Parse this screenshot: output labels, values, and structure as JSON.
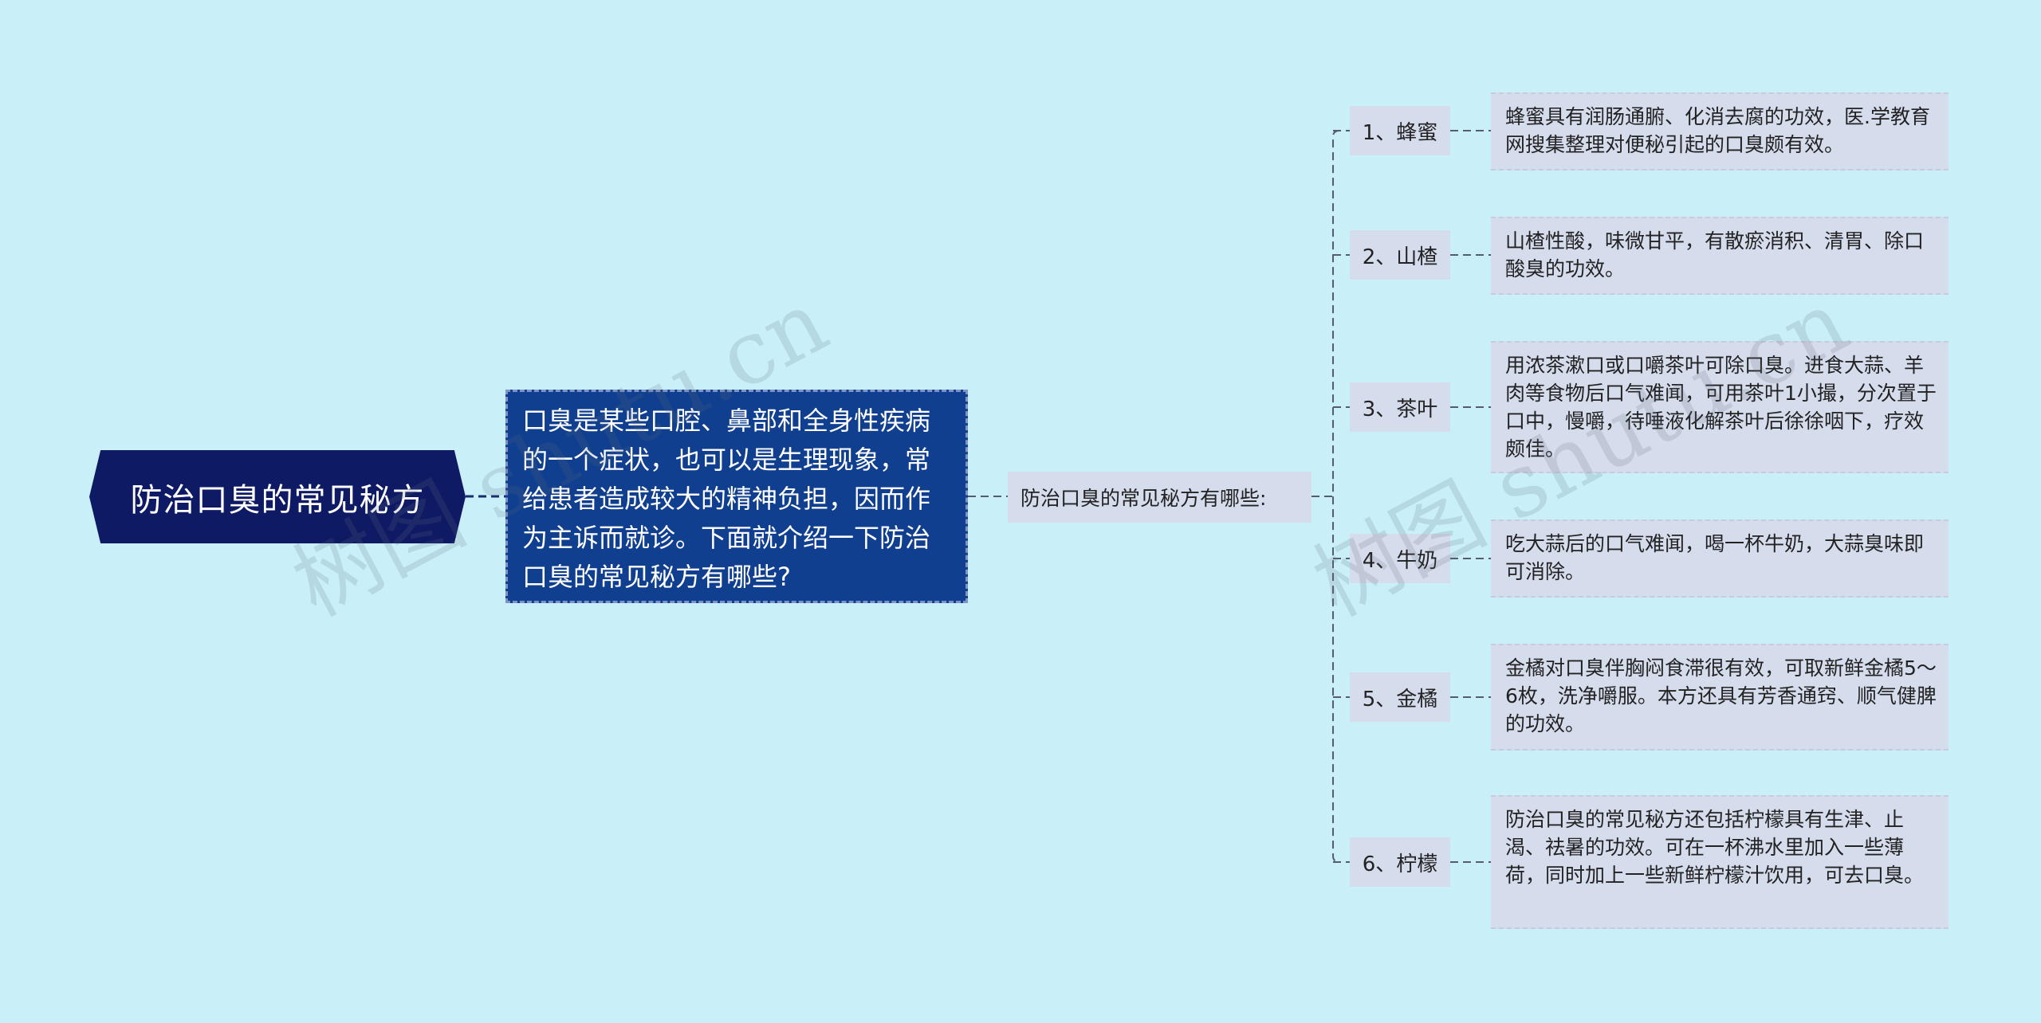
{
  "root": {
    "title": "防治口臭的常见秘方"
  },
  "description": "口臭是某些口腔、鼻部和全身性疾病的一个症状，也可以是生理现象，常给患者造成较大的精神负担，因而作为主诉而就诊。下面就介绍一下防治口臭的常见秘方有哪些?",
  "middle": {
    "label": "防治口臭的常见秘方有哪些:"
  },
  "items": [
    {
      "label": "1、蜂蜜",
      "text": "蜂蜜具有润肠通腑、化消去腐的功效，医.学教育网搜集整理对便秘引起的口臭颇有效。"
    },
    {
      "label": "2、山楂",
      "text": "山楂性酸，味微甘平，有散瘀消积、清胃、除口酸臭的功效。"
    },
    {
      "label": "3、茶叶",
      "text": "用浓茶漱口或口嚼茶叶可除口臭。进食大蒜、羊肉等食物后口气难闻，可用茶叶1小撮，分次置于口中，慢嚼，待唾液化解茶叶后徐徐咽下，疗效颇佳。"
    },
    {
      "label": "4、牛奶",
      "text": "吃大蒜后的口气难闻，喝一杯牛奶，大蒜臭味即可消除。"
    },
    {
      "label": "5、金橘",
      "text": "金橘对口臭伴胸闷食滞很有效，可取新鲜金橘5～6枚，洗净嚼服。本方还具有芳香通窍、顺气健脾的功效。"
    },
    {
      "label": "6、柠檬",
      "text": "防治口臭的常见秘方还包括柠檬具有生津、止渴、祛暑的功效。可在一杯沸水里加入一些薄荷，同时加上一些新鲜柠檬汁饮用，可去口臭。"
    }
  ],
  "watermark": {
    "text": "树图 shutu.cn"
  },
  "colors": {
    "background": "#c9f0f8",
    "root_fill": "#0e1a63",
    "description_fill": "#0f3f8e",
    "node_fill": "#d5dcec",
    "connector": "#1a2a6e"
  }
}
